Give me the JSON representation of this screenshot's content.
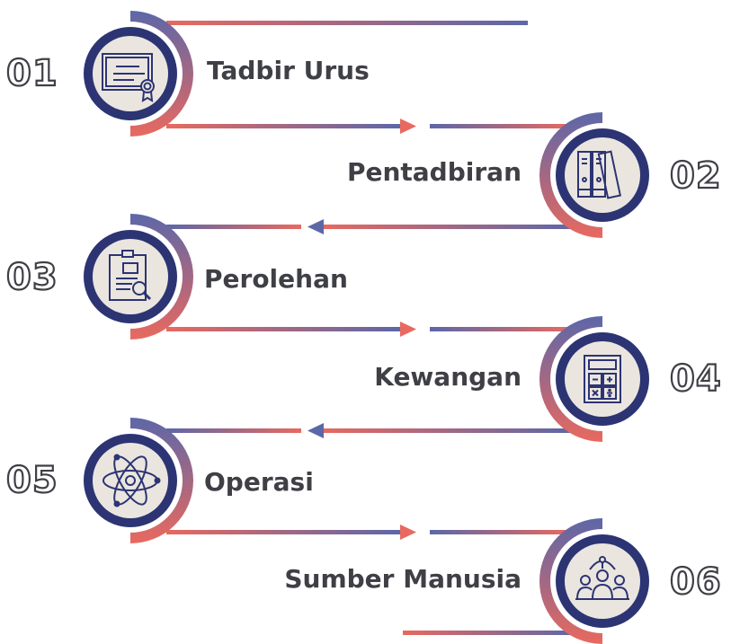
{
  "steps": [
    {
      "number": "01",
      "label": "Tadbir Urus",
      "icon": "certificate-icon"
    },
    {
      "number": "02",
      "label": "Pentadbiran",
      "icon": "binders-icon"
    },
    {
      "number": "03",
      "label": "Perolehan",
      "icon": "clipboard-search-icon"
    },
    {
      "number": "04",
      "label": "Kewangan",
      "icon": "calculator-icon"
    },
    {
      "number": "05",
      "label": "Operasi",
      "icon": "atom-icon"
    },
    {
      "number": "06",
      "label": "Sumber Manusia",
      "icon": "team-network-icon"
    }
  ],
  "colors": {
    "coral": "#e8695f",
    "purple": "#5c67a8",
    "navy": "#2c3473",
    "icon_bg": "#eae6df",
    "text": "#3f3f46"
  }
}
